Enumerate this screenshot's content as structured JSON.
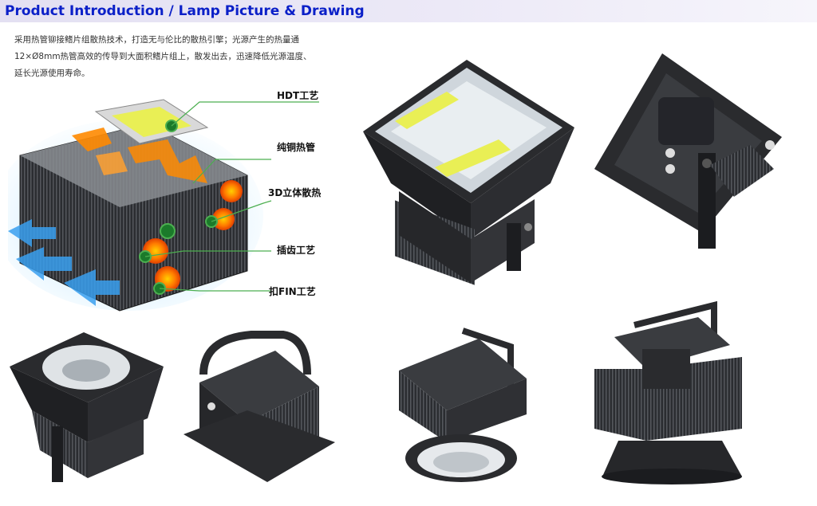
{
  "header": {
    "title": "Product Introduction / Lamp Picture & Drawing"
  },
  "intro": {
    "line1": "采用热管铆接鳍片组散热技术，打造无与伦比的散热引擎；光源产生的热量通",
    "line2": "12×Ø8mm热管高效的传导到大面积鳍片组上，散发出去，迅速降低光源温度、",
    "line3": "延长光源使用寿命。"
  },
  "callouts": {
    "hdt": "HDT工艺",
    "copper": "纯铜热管",
    "fin3d": "3D立体散热",
    "insert": "插齿工艺",
    "buckle": "扣FIN工艺"
  },
  "colors": {
    "header_text": "#0b20c8",
    "leader_green": "#4caf50",
    "heat_orange": "#ff7a00",
    "air_blue": "#3aa0f0",
    "housing": "#2a2b2e",
    "led_yellow": "#e9ef55"
  }
}
